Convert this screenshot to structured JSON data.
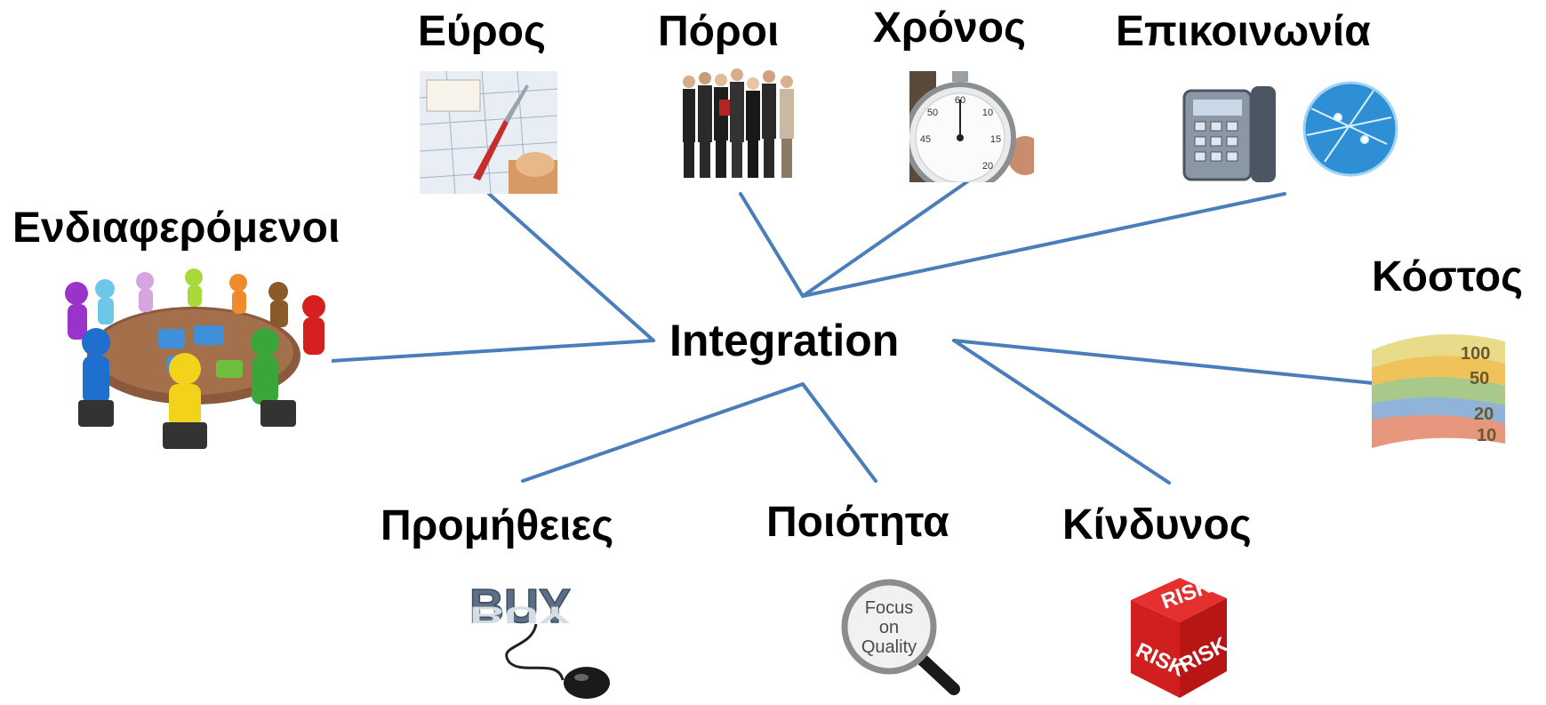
{
  "center": {
    "label": "Integration"
  },
  "nodes": {
    "scope": {
      "label": "Εύρος",
      "icon": "blueprint-icon"
    },
    "resources": {
      "label": "Πόροι",
      "icon": "business-team-icon"
    },
    "time": {
      "label": "Χρόνος",
      "icon": "stopwatch-icon"
    },
    "communication": {
      "label": "Επικοινωνία",
      "icon": "phone-and-globe-icon"
    },
    "stakeholders": {
      "label": "Ενδιαφερόμενοι",
      "icon": "meeting-table-icon"
    },
    "cost": {
      "label": "Κόστος",
      "icon": "euro-banknotes-icon"
    },
    "procurement": {
      "label": "Προμήθειες",
      "icon": "buy-mouse-icon",
      "image_text": "BUY"
    },
    "quality": {
      "label": "Ποιότητα",
      "icon": "magnifier-icon",
      "image_text": [
        "Focus",
        "on",
        "Quality"
      ]
    },
    "risk": {
      "label": "Κίνδυνος",
      "icon": "risk-cube-icon",
      "image_text": "RISK"
    }
  },
  "colors": {
    "connector": "#4a7ebb",
    "text": "#000000"
  }
}
